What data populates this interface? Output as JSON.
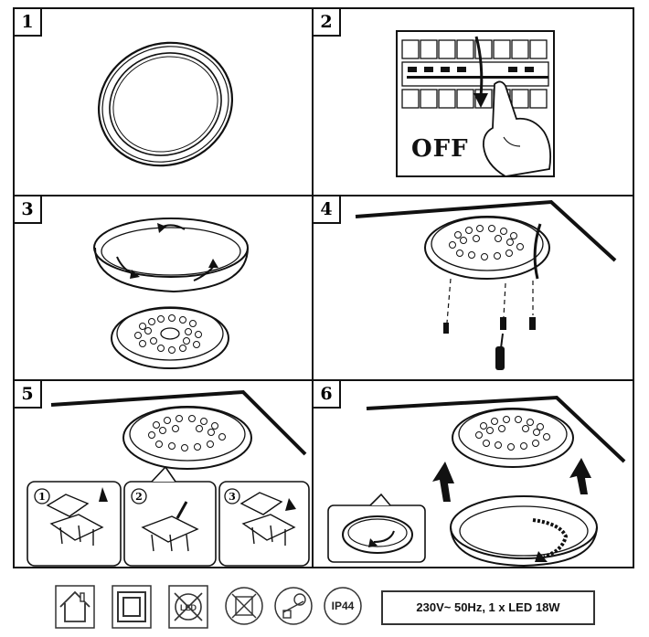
{
  "steps": [
    {
      "number": "1"
    },
    {
      "number": "2",
      "label": "OFF"
    },
    {
      "number": "3"
    },
    {
      "number": "4"
    },
    {
      "number": "5",
      "substeps": [
        "1",
        "2",
        "3"
      ]
    },
    {
      "number": "6"
    }
  ],
  "footer": {
    "icons": [
      "indoor-use-icon",
      "class-ii-insulation-icon",
      "led-not-replaceable-icon",
      "no-dimmer-icon",
      "no-bulb-replace-icon",
      "ip-rating-icon"
    ],
    "ip_rating": "IP44",
    "led_label": "LED",
    "spec": "230V~ 50Hz, 1 x LED 18W"
  }
}
